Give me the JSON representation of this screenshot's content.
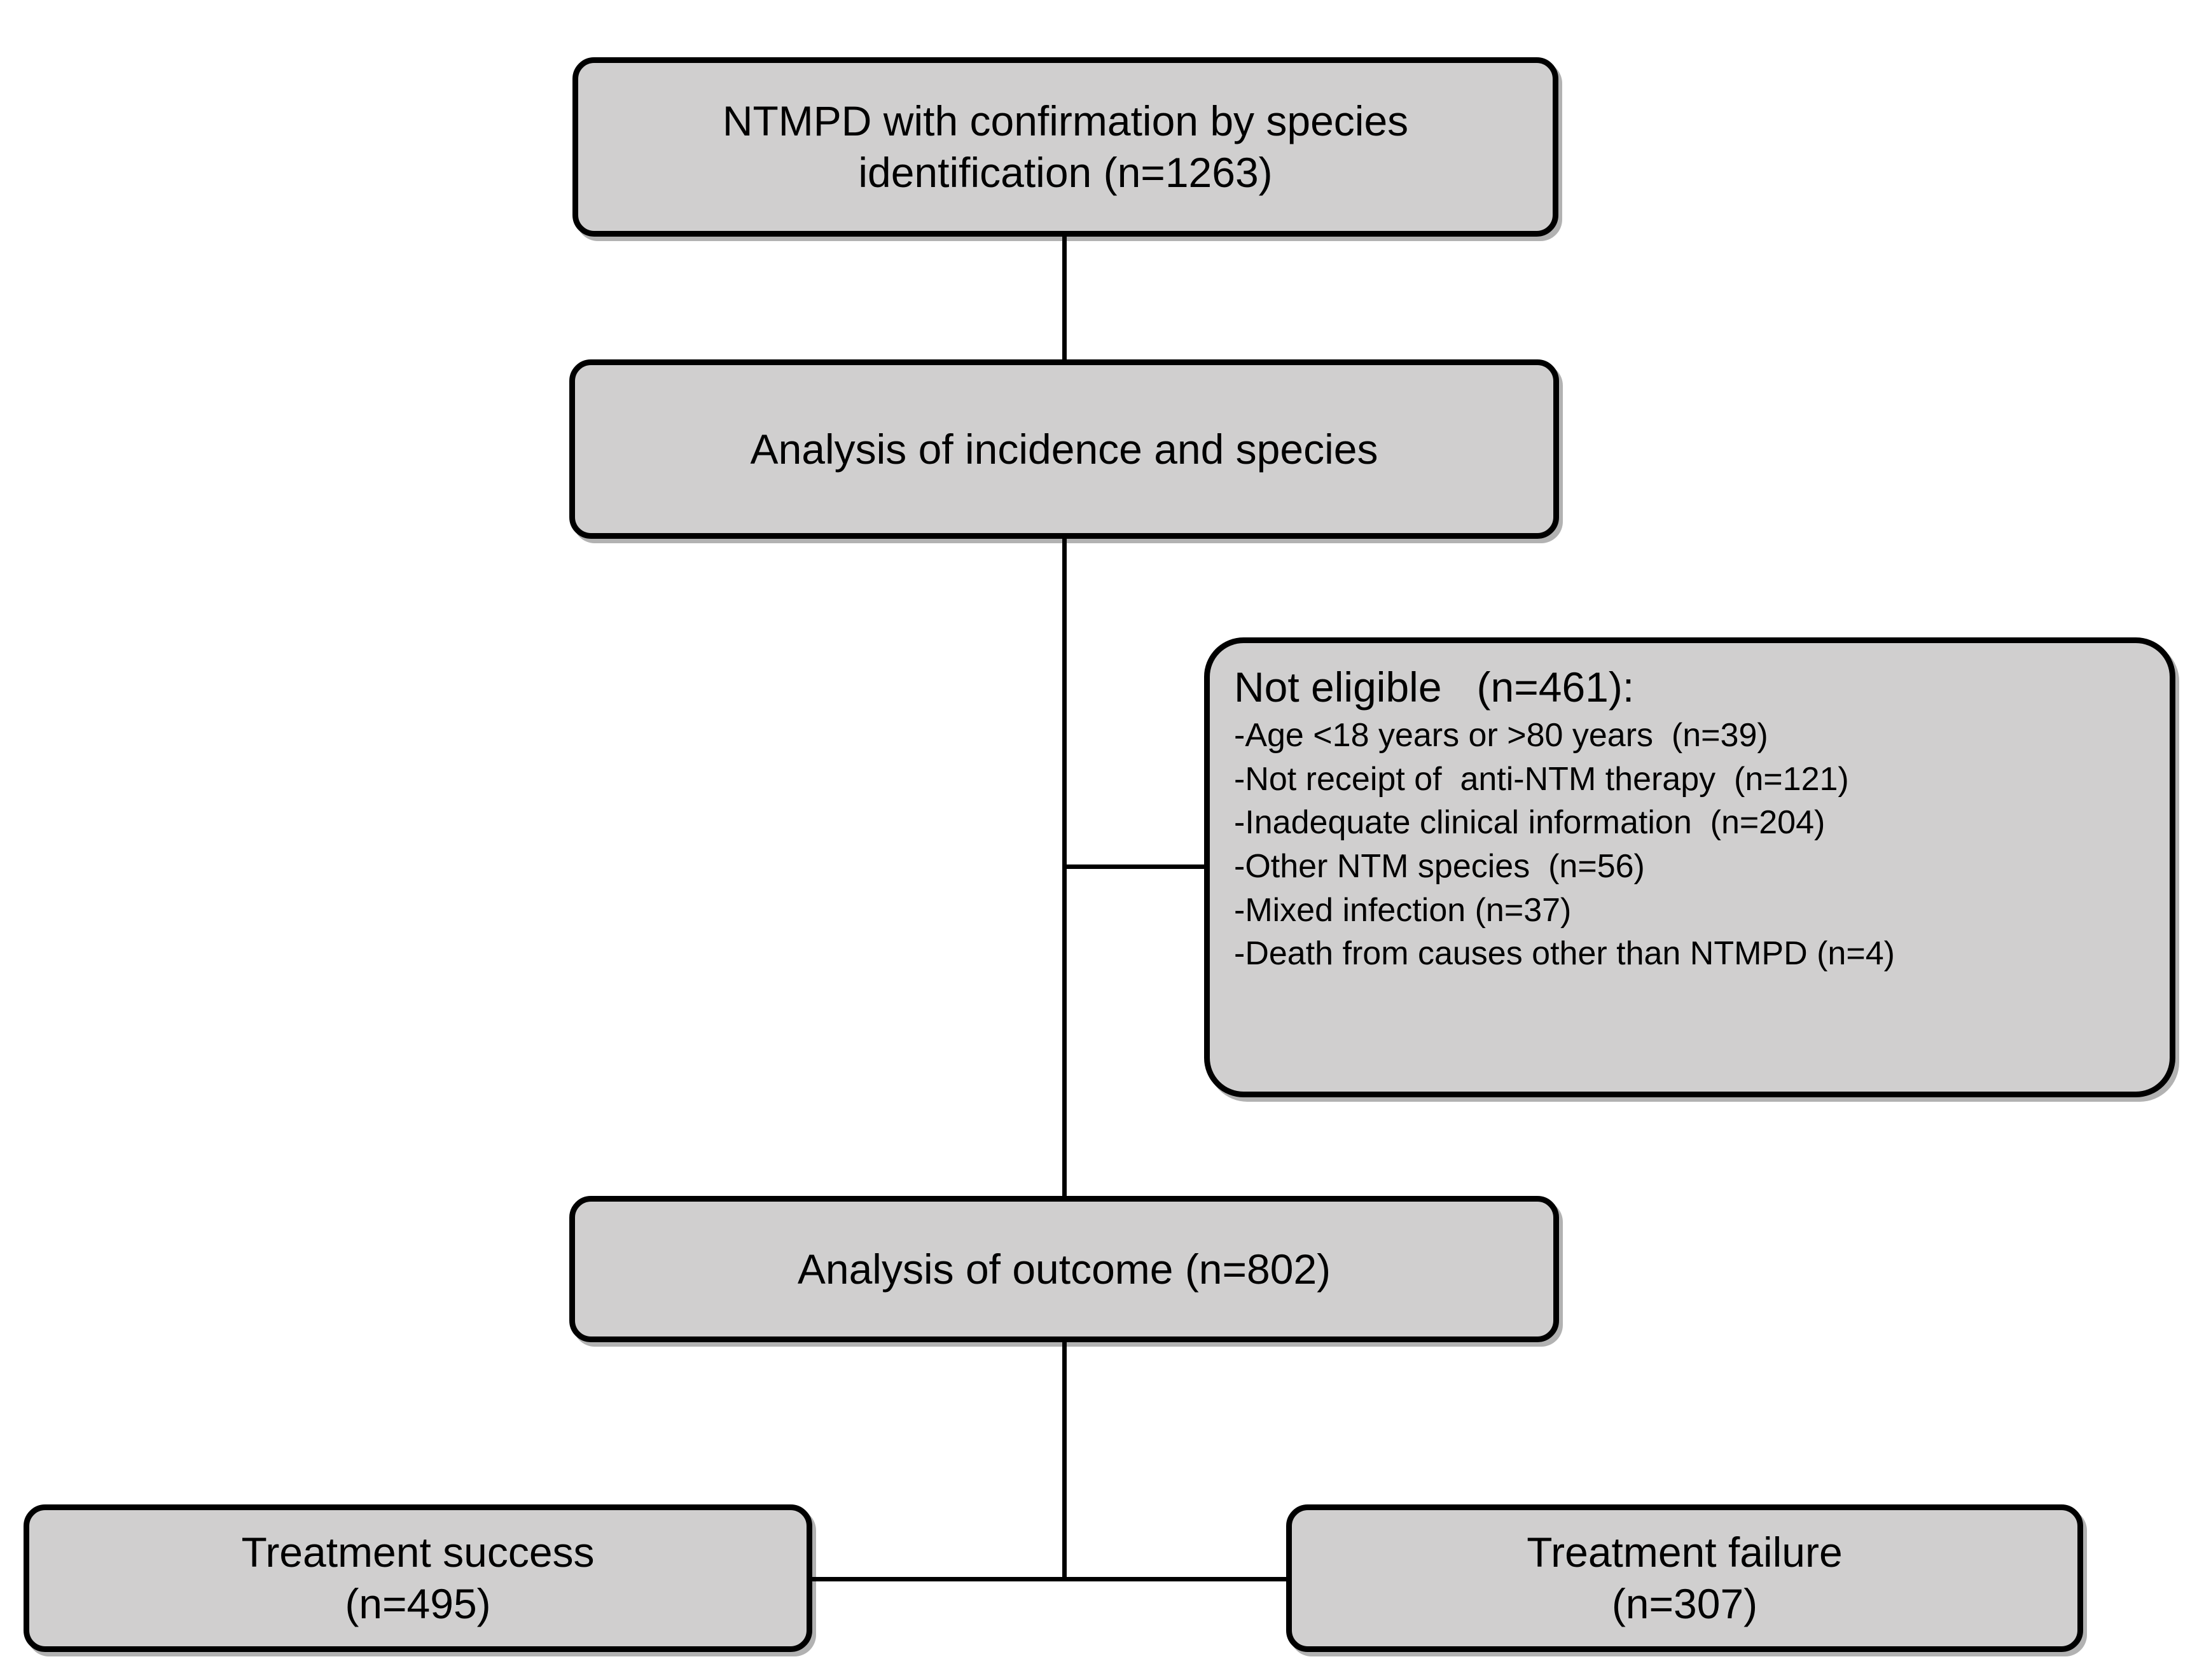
{
  "diagram": {
    "type": "flowchart",
    "title": "NTMPD study participant flow",
    "colors": {
      "node_fill": "#d0cfcf",
      "node_border": "#000000",
      "connector": "#000000",
      "background": "#ffffff",
      "text": "#000000"
    },
    "nodes": {
      "top": {
        "label": "NTMPD with confirmation by species\nidentification (n=1263)",
        "count": 1263
      },
      "incidence": {
        "label": "Analysis of incidence and species"
      },
      "not_eligible": {
        "title": "Not eligible   (n=461):",
        "count": 461,
        "items": [
          "-Age <18 years or >80 years  (n=39)",
          "-Not receipt of  anti-NTM therapy  (n=121)",
          "-Inadequate clinical information  (n=204)",
          "-Other NTM species  (n=56)",
          "-Mixed infection (n=37)",
          "-Death from causes other than NTMPD (n=4)"
        ],
        "item_counts": [
          39,
          121,
          204,
          56,
          37,
          4
        ]
      },
      "outcome": {
        "label": "Analysis of outcome (n=802)",
        "count": 802
      },
      "treatment_success": {
        "label": "Treatment success\n(n=495)",
        "count": 495
      },
      "treatment_failure": {
        "label": "Treatment failure\n(n=307)",
        "count": 307
      }
    },
    "edges": [
      {
        "from": "top",
        "to": "incidence",
        "style": "vertical"
      },
      {
        "from": "incidence",
        "to": "not_eligible",
        "style": "elbow-right"
      },
      {
        "from": "incidence",
        "to": "outcome",
        "style": "vertical"
      },
      {
        "from": "outcome",
        "to": "treatment_success",
        "style": "elbow-left"
      },
      {
        "from": "outcome",
        "to": "treatment_failure",
        "style": "elbow-right"
      }
    ]
  }
}
